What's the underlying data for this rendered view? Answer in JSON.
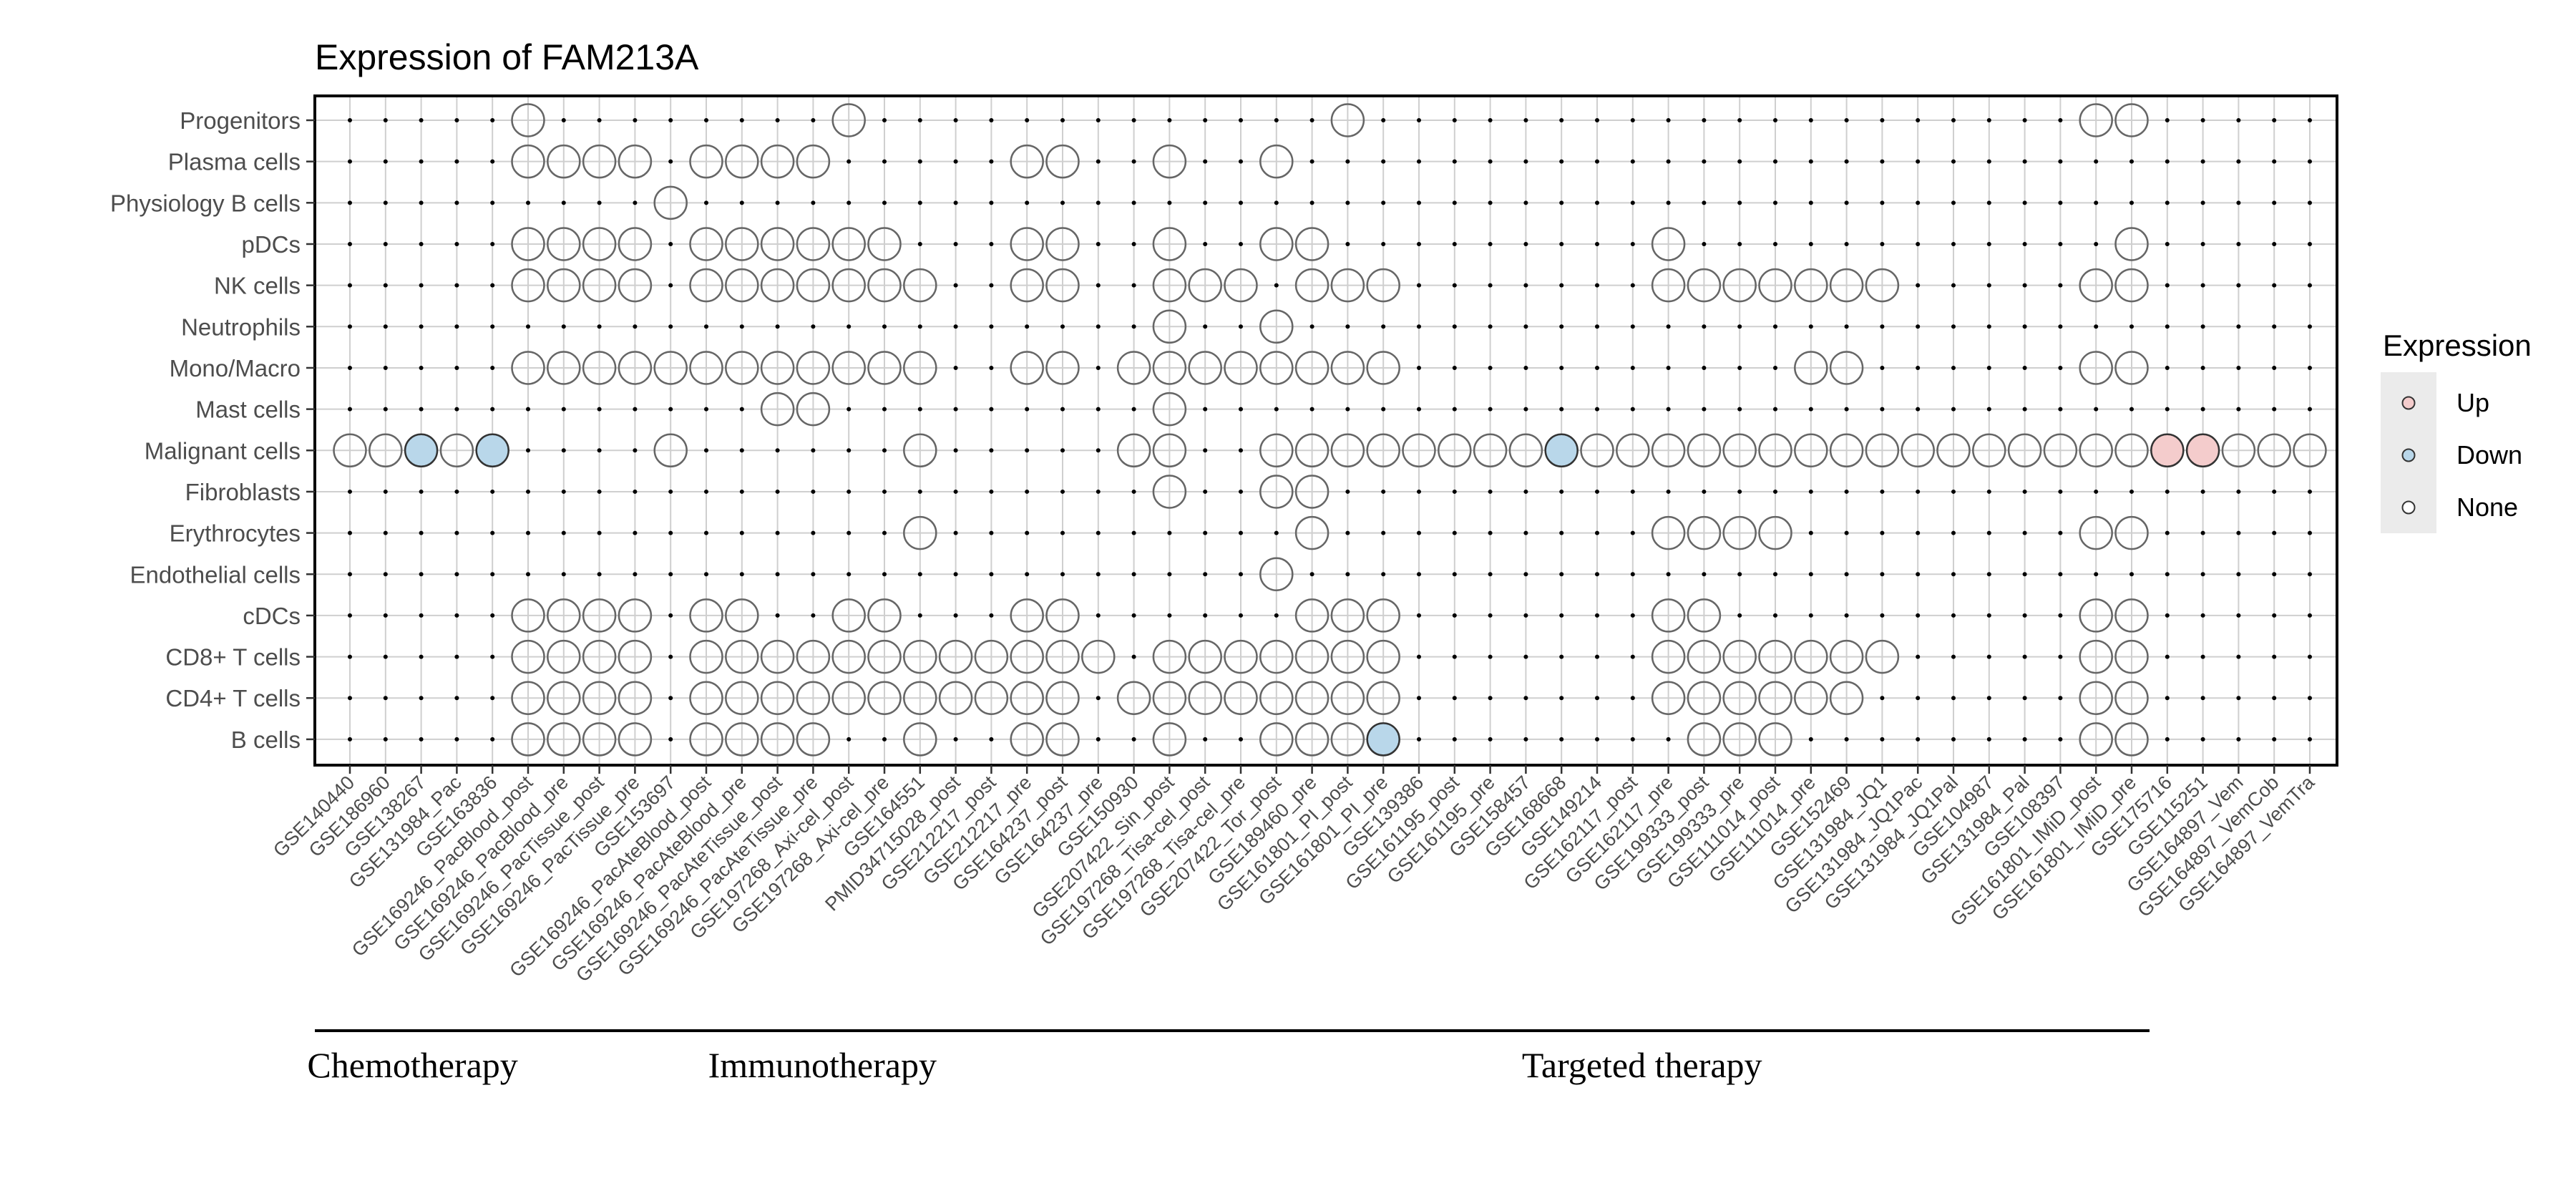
{
  "chart_data": {
    "type": "scatter",
    "title": "Expression of FAM213A",
    "xlabel": "",
    "ylabel": "",
    "grid": true,
    "legend_position": "right",
    "columns": [
      "GSE140440",
      "GSE186960",
      "GSE138267",
      "GSE131984_Pac",
      "GSE163836",
      "GSE169246_PacBlood_post",
      "GSE169246_PacBlood_pre",
      "GSE169246_PacTissue_post",
      "GSE169246_PacTissue_pre",
      "GSE153697",
      "GSE169246_PacAteBlood_post",
      "GSE169246_PacAteBlood_pre",
      "GSE169246_PacAteTissue_post",
      "GSE169246_PacAteTissue_pre",
      "GSE197268_Axi-cel_post",
      "GSE197268_Axi-cel_pre",
      "GSE164551",
      "PMID34715028_post",
      "GSE212217_post",
      "GSE212217_pre",
      "GSE164237_post",
      "GSE164237_pre",
      "GSE150930",
      "GSE207422_Sin_post",
      "GSE197268_Tisa-cel_post",
      "GSE197268_Tisa-cel_pre",
      "GSE207422_Tor_post",
      "GSE189460_pre",
      "GSE161801_PI_post",
      "GSE161801_PI_pre",
      "GSE139386",
      "GSE161195_post",
      "GSE161195_pre",
      "GSE158457",
      "GSE168668",
      "GSE149214",
      "GSE162117_post",
      "GSE162117_pre",
      "GSE199333_post",
      "GSE199333_pre",
      "GSE111014_post",
      "GSE111014_pre",
      "GSE152469",
      "GSE131984_JQ1",
      "GSE131984_JQ1Pac",
      "GSE131984_JQ1Pal",
      "GSE104987",
      "GSE131984_Pal",
      "GSE108397",
      "GSE161801_IMiD_post",
      "GSE161801_IMiD_pre",
      "GSE175716",
      "GSE115251",
      "GSE164897_Vem",
      "GSE164897_VemCob",
      "GSE164897_VemTra"
    ],
    "rows": [
      "Progenitors",
      "Plasma cells",
      "Physiology B cells",
      "pDCs",
      "NK cells",
      "Neutrophils",
      "Mono/Macro",
      "Mast cells",
      "Malignant cells",
      "Fibroblasts",
      "Erythrocytes",
      "Endothelial cells",
      "cDCs",
      "CD8+ T cells",
      "CD4+ T cells",
      "B cells"
    ],
    "points": [
      {
        "row": "Progenitors",
        "cols": [
          5,
          14,
          28,
          49,
          50
        ],
        "expression": "None"
      },
      {
        "row": "Plasma cells",
        "cols": [
          5,
          6,
          7,
          8,
          10,
          11,
          12,
          13,
          19,
          20,
          23,
          26
        ],
        "expression": "None"
      },
      {
        "row": "Physiology B cells",
        "cols": [
          9
        ],
        "expression": "None"
      },
      {
        "row": "pDCs",
        "cols": [
          5,
          6,
          7,
          8,
          10,
          11,
          12,
          13,
          14,
          15,
          19,
          20,
          23,
          26,
          27,
          37,
          50
        ],
        "expression": "None"
      },
      {
        "row": "NK cells",
        "cols": [
          5,
          6,
          7,
          8,
          10,
          11,
          12,
          13,
          14,
          15,
          16,
          19,
          20,
          23,
          24,
          25,
          27,
          28,
          29,
          37,
          38,
          39,
          40,
          41,
          42,
          43,
          49,
          50
        ],
        "expression": "None"
      },
      {
        "row": "Neutrophils",
        "cols": [
          23,
          26
        ],
        "expression": "None"
      },
      {
        "row": "Mono/Macro",
        "cols": [
          5,
          6,
          7,
          8,
          9,
          10,
          11,
          12,
          13,
          14,
          15,
          16,
          19,
          20,
          22,
          23,
          24,
          25,
          26,
          27,
          28,
          29,
          41,
          42,
          49,
          50
        ],
        "expression": "None"
      },
      {
        "row": "Mast cells",
        "cols": [
          12,
          13,
          23
        ],
        "expression": "None"
      },
      {
        "row": "Malignant cells",
        "cols": [
          0,
          1,
          3,
          9,
          16,
          22,
          23,
          26,
          27,
          28,
          29,
          30,
          31,
          32,
          33,
          35,
          36,
          37,
          38,
          39,
          40,
          41,
          42,
          43,
          44,
          45,
          46,
          47,
          48,
          49,
          50,
          53,
          54,
          55
        ],
        "expression": "None"
      },
      {
        "row": "Malignant cells",
        "cols": [
          2,
          4,
          34
        ],
        "expression": "Down"
      },
      {
        "row": "Malignant cells",
        "cols": [
          51,
          52
        ],
        "expression": "Up"
      },
      {
        "row": "Fibroblasts",
        "cols": [
          23,
          26,
          27
        ],
        "expression": "None"
      },
      {
        "row": "Erythrocytes",
        "cols": [
          16,
          27,
          37,
          38,
          39,
          40,
          49,
          50
        ],
        "expression": "None"
      },
      {
        "row": "Endothelial cells",
        "cols": [
          26
        ],
        "expression": "None"
      },
      {
        "row": "cDCs",
        "cols": [
          5,
          6,
          7,
          8,
          10,
          11,
          14,
          15,
          19,
          20,
          27,
          28,
          29,
          37,
          38,
          49,
          50
        ],
        "expression": "None"
      },
      {
        "row": "CD8+ T cells",
        "cols": [
          5,
          6,
          7,
          8,
          10,
          11,
          12,
          13,
          14,
          15,
          16,
          17,
          18,
          19,
          20,
          21,
          23,
          24,
          25,
          26,
          27,
          28,
          29,
          37,
          38,
          39,
          40,
          41,
          42,
          43,
          49,
          50
        ],
        "expression": "None"
      },
      {
        "row": "CD4+ T cells",
        "cols": [
          5,
          6,
          7,
          8,
          10,
          11,
          12,
          13,
          14,
          15,
          16,
          17,
          18,
          19,
          20,
          22,
          23,
          24,
          25,
          26,
          27,
          28,
          29,
          37,
          38,
          39,
          40,
          41,
          42,
          49,
          50
        ],
        "expression": "None"
      },
      {
        "row": "B cells",
        "cols": [
          5,
          6,
          7,
          8,
          10,
          11,
          12,
          13,
          16,
          19,
          20,
          23,
          26,
          27,
          28,
          38,
          39,
          40,
          49,
          50
        ],
        "expression": "None"
      },
      {
        "row": "B cells",
        "cols": [
          29
        ],
        "expression": "Down"
      }
    ],
    "groups": [
      {
        "label": "Chemotherapy",
        "start": 0,
        "end": 4
      },
      {
        "label": "Immunotherapy",
        "start": 5,
        "end": 22
      },
      {
        "label": "Targeted therapy",
        "start": 23,
        "end": 50
      }
    ],
    "legend": {
      "title": "Expression",
      "items": [
        {
          "label": "Up",
          "color": "#f4cccc"
        },
        {
          "label": "Down",
          "color": "#b9d7ea"
        },
        {
          "label": "None",
          "color": "#ffffff"
        }
      ]
    }
  }
}
